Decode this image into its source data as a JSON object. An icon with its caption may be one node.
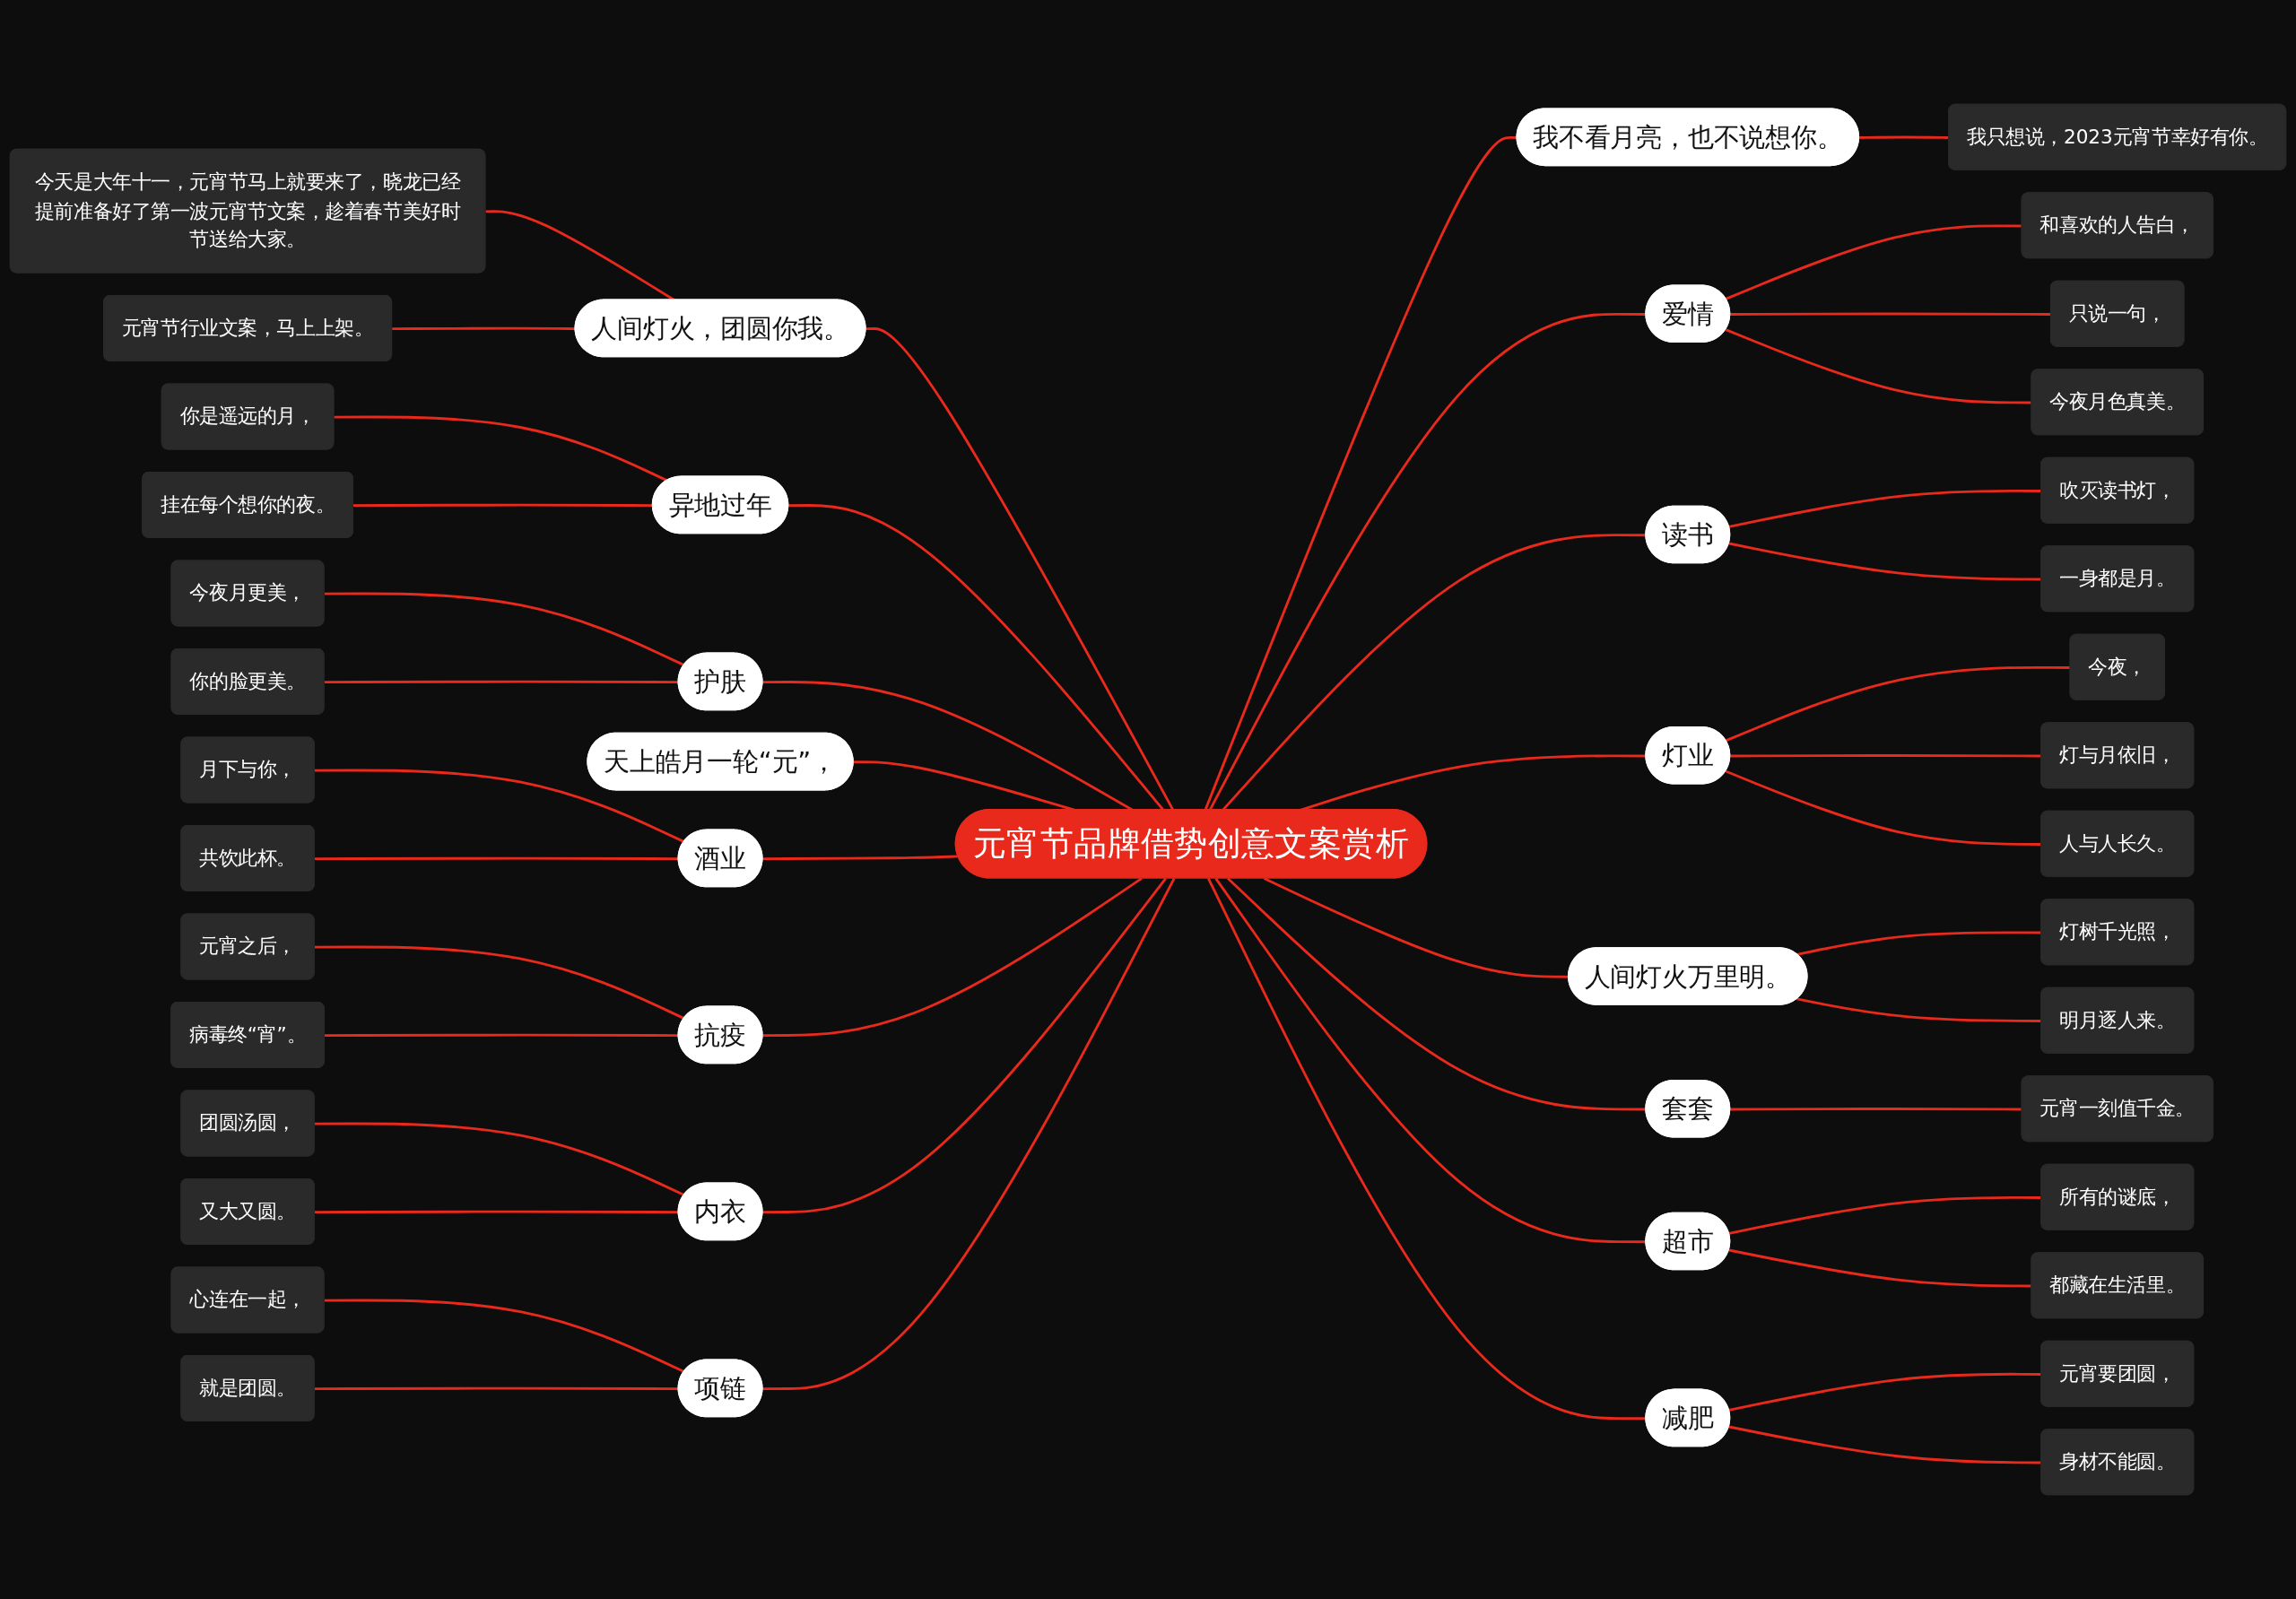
{
  "diagram": {
    "nodes": [
      {
        "text": [
          "元宵节品牌借势创意文案赏析"
        ]
      },
      {
        "text": [
          "人间灯火，团圆你我。"
        ]
      },
      {
        "text": [
          "今天是大年十一，元宵节马上就要来了，晓龙已经提前准备好了第一波元宵节文案，趁着春节美好时节送给大家。"
        ]
      },
      {
        "text": [
          "元宵节行业文案，马上上架。"
        ]
      },
      {
        "text": [
          "异地过年"
        ]
      },
      {
        "text": [
          "你是遥远的月，"
        ]
      },
      {
        "text": [
          "挂在每个想你的夜。"
        ]
      },
      {
        "text": [
          "护肤"
        ]
      },
      {
        "text": [
          "今夜月更美，"
        ]
      },
      {
        "text": [
          "你的脸更美。"
        ]
      },
      {
        "text": [
          "天上皓月一轮“元”，"
        ]
      },
      {
        "text": [
          "酒业"
        ]
      },
      {
        "text": [
          "月下与你，"
        ]
      },
      {
        "text": [
          "共饮此杯。"
        ]
      },
      {
        "text": [
          "抗疫"
        ]
      },
      {
        "text": [
          "元宵之后，"
        ]
      },
      {
        "text": [
          "病毒终“宵”。"
        ]
      },
      {
        "text": [
          "内衣"
        ]
      },
      {
        "text": [
          "团圆汤圆，"
        ]
      },
      {
        "text": [
          "又大又圆。"
        ]
      },
      {
        "text": [
          "项链"
        ]
      },
      {
        "text": [
          "心连在一起，"
        ]
      },
      {
        "text": [
          "就是团圆。"
        ]
      },
      {
        "text": [
          "我不看月亮，也不说想你。"
        ]
      },
      {
        "text": [
          "我只想说，2023元宵节幸好有你。"
        ]
      },
      {
        "text": [
          "爱情"
        ]
      },
      {
        "text": [
          "和喜欢的人告白，"
        ]
      },
      {
        "text": [
          "只说一句，"
        ]
      },
      {
        "text": [
          "今夜月色真美。"
        ]
      },
      {
        "text": [
          "读书"
        ]
      },
      {
        "text": [
          "吹灭读书灯，"
        ]
      },
      {
        "text": [
          "一身都是月。"
        ]
      },
      {
        "text": [
          "灯业"
        ]
      },
      {
        "text": [
          "今夜，"
        ]
      },
      {
        "text": [
          "灯与月依旧，"
        ]
      },
      {
        "text": [
          "人与人长久。"
        ]
      },
      {
        "text": [
          "人间灯火万里明。"
        ]
      },
      {
        "text": [
          "灯树千光照，"
        ]
      },
      {
        "text": [
          "明月逐人来。"
        ]
      },
      {
        "text": [
          "套套"
        ]
      },
      {
        "text": [
          "元宵一刻值千金。"
        ]
      },
      {
        "text": [
          "超市"
        ]
      },
      {
        "text": [
          "所有的谜底，"
        ]
      },
      {
        "text": [
          "都藏在生活里。"
        ]
      },
      {
        "text": [
          "减肥"
        ]
      },
      {
        "text": [
          "元宵要团圆，"
        ]
      },
      {
        "text": [
          "身材不能圆。"
        ]
      }
    ],
    "edges": [
      {
        "from": 2,
        "to": 1,
        "arrow": "none"
      },
      {
        "from": 3,
        "to": 1,
        "arrow": "none"
      },
      {
        "from": 1,
        "to": 0,
        "arrow": "none"
      },
      {
        "from": 5,
        "to": 4,
        "arrow": "none"
      },
      {
        "from": 6,
        "to": 4,
        "arrow": "none"
      },
      {
        "from": 4,
        "to": 0,
        "arrow": "none"
      },
      {
        "from": 8,
        "to": 7,
        "arrow": "none"
      },
      {
        "from": 9,
        "to": 7,
        "arrow": "none"
      },
      {
        "from": 7,
        "to": 0,
        "arrow": "none"
      },
      {
        "from": 10,
        "to": 0,
        "arrow": "none"
      },
      {
        "from": 12,
        "to": 11,
        "arrow": "none"
      },
      {
        "from": 13,
        "to": 11,
        "arrow": "none"
      },
      {
        "from": 11,
        "to": 0,
        "arrow": "none"
      },
      {
        "from": 15,
        "to": 14,
        "arrow": "none"
      },
      {
        "from": 16,
        "to": 14,
        "arrow": "none"
      },
      {
        "from": 14,
        "to": 0,
        "arrow": "none"
      },
      {
        "from": 18,
        "to": 17,
        "arrow": "none"
      },
      {
        "from": 19,
        "to": 17,
        "arrow": "none"
      },
      {
        "from": 17,
        "to": 0,
        "arrow": "none"
      },
      {
        "from": 21,
        "to": 20,
        "arrow": "none"
      },
      {
        "from": 22,
        "to": 20,
        "arrow": "none"
      },
      {
        "from": 20,
        "to": 0,
        "arrow": "none"
      },
      {
        "from": 0,
        "to": 23,
        "arrow": "none"
      },
      {
        "from": 23,
        "to": 24,
        "arrow": "none"
      },
      {
        "from": 0,
        "to": 25,
        "arrow": "none"
      },
      {
        "from": 25,
        "to": 26,
        "arrow": "none"
      },
      {
        "from": 25,
        "to": 27,
        "arrow": "none"
      },
      {
        "from": 25,
        "to": 28,
        "arrow": "none"
      },
      {
        "from": 0,
        "to": 29,
        "arrow": "none"
      },
      {
        "from": 29,
        "to": 30,
        "arrow": "none"
      },
      {
        "from": 29,
        "to": 31,
        "arrow": "none"
      },
      {
        "from": 0,
        "to": 32,
        "arrow": "none"
      },
      {
        "from": 32,
        "to": 33,
        "arrow": "none"
      },
      {
        "from": 32,
        "to": 34,
        "arrow": "none"
      },
      {
        "from": 32,
        "to": 35,
        "arrow": "none"
      },
      {
        "from": 0,
        "to": 36,
        "arrow": "none"
      },
      {
        "from": 36,
        "to": 37,
        "arrow": "none"
      },
      {
        "from": 36,
        "to": 38,
        "arrow": "none"
      },
      {
        "from": 0,
        "to": 39,
        "arrow": "none"
      },
      {
        "from": 39,
        "to": 40,
        "arrow": "none"
      },
      {
        "from": 0,
        "to": 41,
        "arrow": "none"
      },
      {
        "from": 41,
        "to": 42,
        "arrow": "none"
      },
      {
        "from": 41,
        "to": 43,
        "arrow": "none"
      },
      {
        "from": 0,
        "to": 44,
        "arrow": "none"
      },
      {
        "from": 44,
        "to": 45,
        "arrow": "none"
      },
      {
        "from": 44,
        "to": 46,
        "arrow": "none"
      }
    ]
  }
}
